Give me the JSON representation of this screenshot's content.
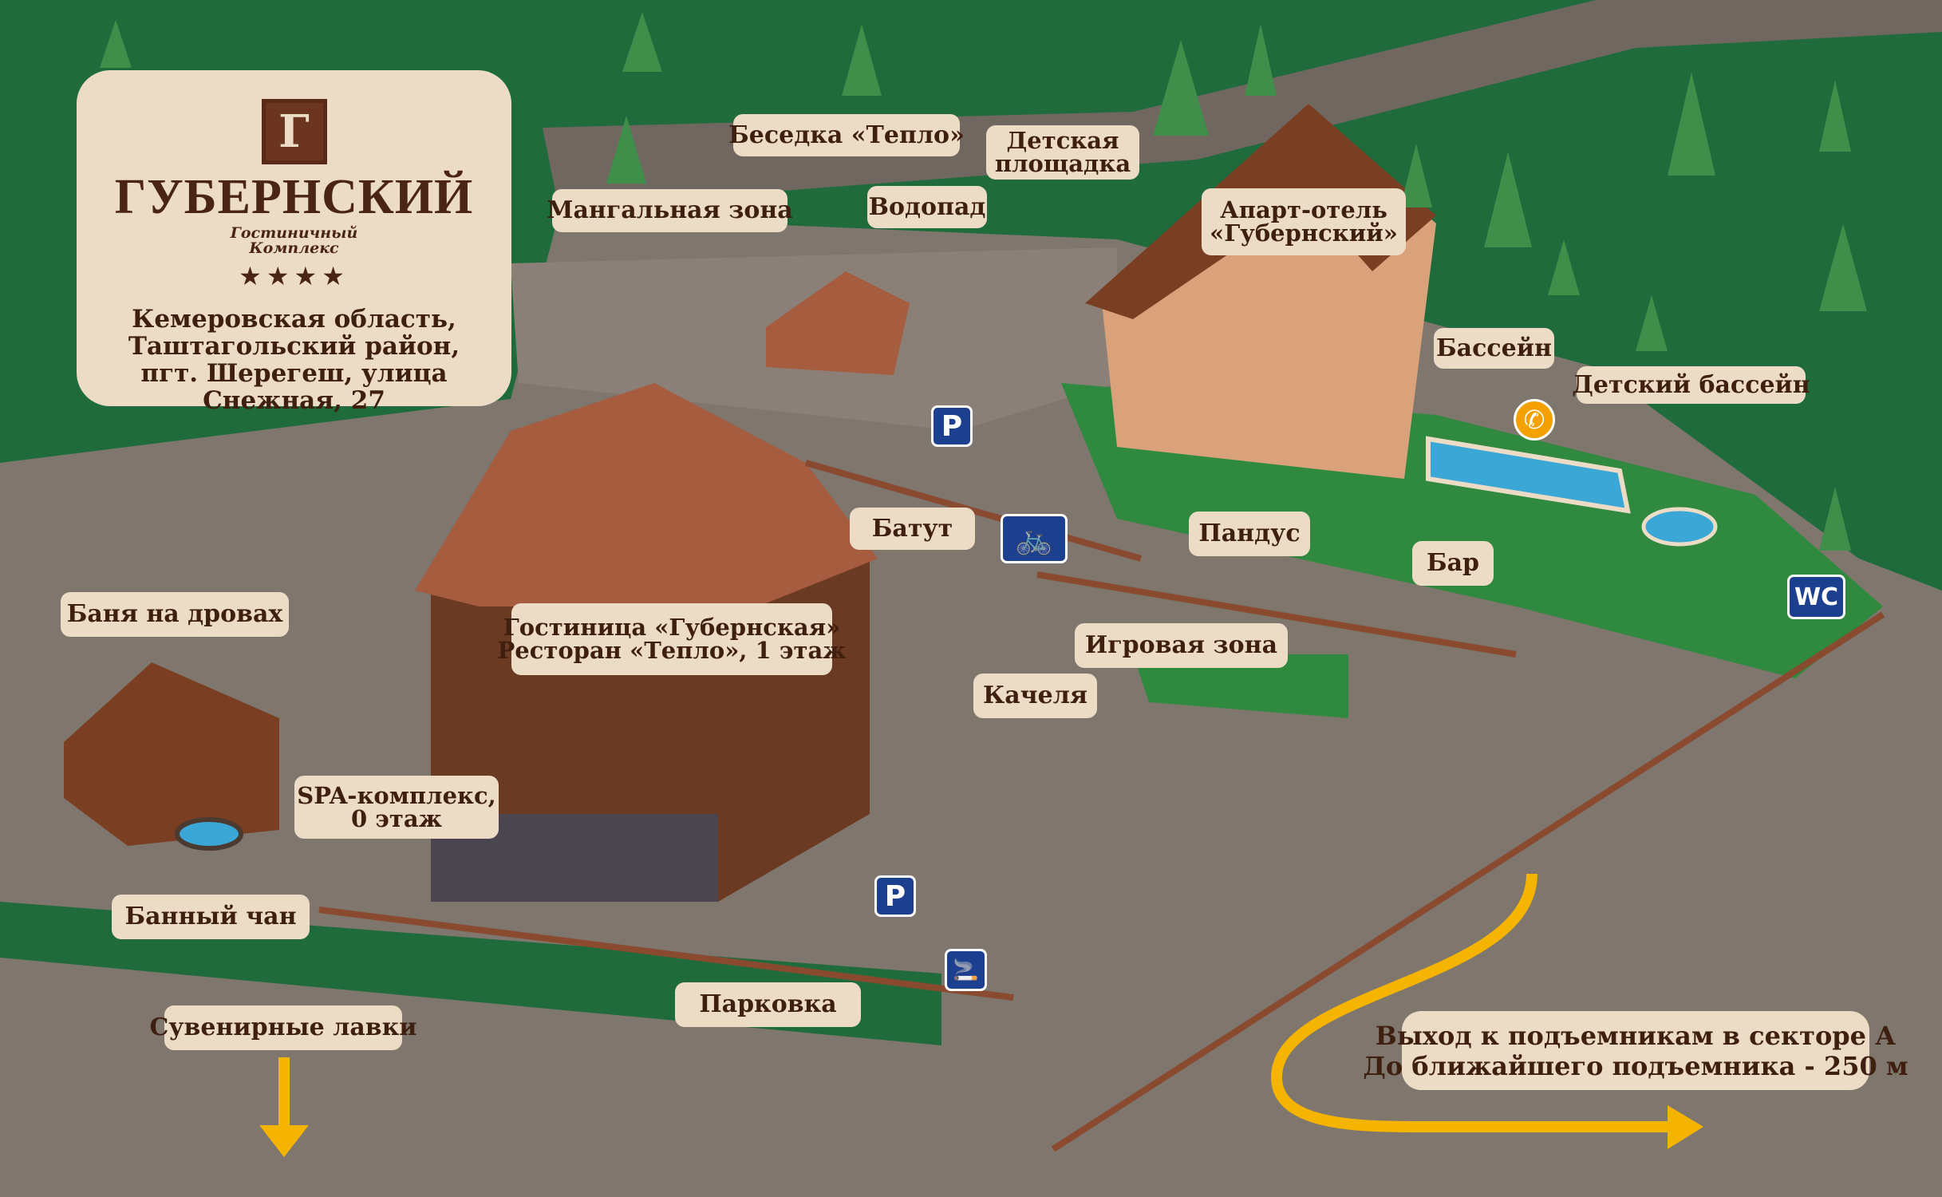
{
  "logo": {
    "monogram": "Г",
    "brand": "ГУБЕРНСКИЙ",
    "subtitle_line1": "Гостиничный",
    "subtitle_line2": "Комплекс",
    "stars": "★★★★",
    "address_line1": "Кемеровская область,",
    "address_line2": "Таштагольский район,",
    "address_line3": "пгт. Шерегеш, улица Снежная, 27"
  },
  "labels": {
    "gazebo": "Беседка «Тепло»",
    "bbq": "Мангальная зона",
    "waterfall": "Водопад",
    "playground_1": "Детская",
    "playground_2": "площадка",
    "apart_1": "Апарт-отель",
    "apart_2": "«Губернский»",
    "pool": "Бассейн",
    "kids_pool": "Детский бассейн",
    "trampoline": "Батут",
    "ramp": "Пандус",
    "bar": "Бар",
    "game_zone": "Игровая зона",
    "banya": "Баня на дровах",
    "hotel_1": "Гостиница «Губернская»",
    "hotel_2": "Ресторан «Тепло», 1 этаж",
    "swing": "Качеля",
    "spa_1": "SPA-комплекс,",
    "spa_2": "0 этаж",
    "chan": "Банный чан",
    "parking": "Парковка",
    "souvenirs": "Сувенирные лавки",
    "exit_1": "Выход к подъемникам в секторе А",
    "exit_2": "До ближайшего подъемника - 250 м"
  },
  "icons": {
    "parking": "P",
    "wc": "WC",
    "bike": "🚲",
    "phone": "✆",
    "smoking": "🚬"
  },
  "colors": {
    "forest": "#1f6b3c",
    "road": "#7f766d",
    "label_bg": "#ecdcc6",
    "label_text": "#3f1f10",
    "arrow": "#f4b400",
    "sign_blue": "#1d3f8f"
  }
}
